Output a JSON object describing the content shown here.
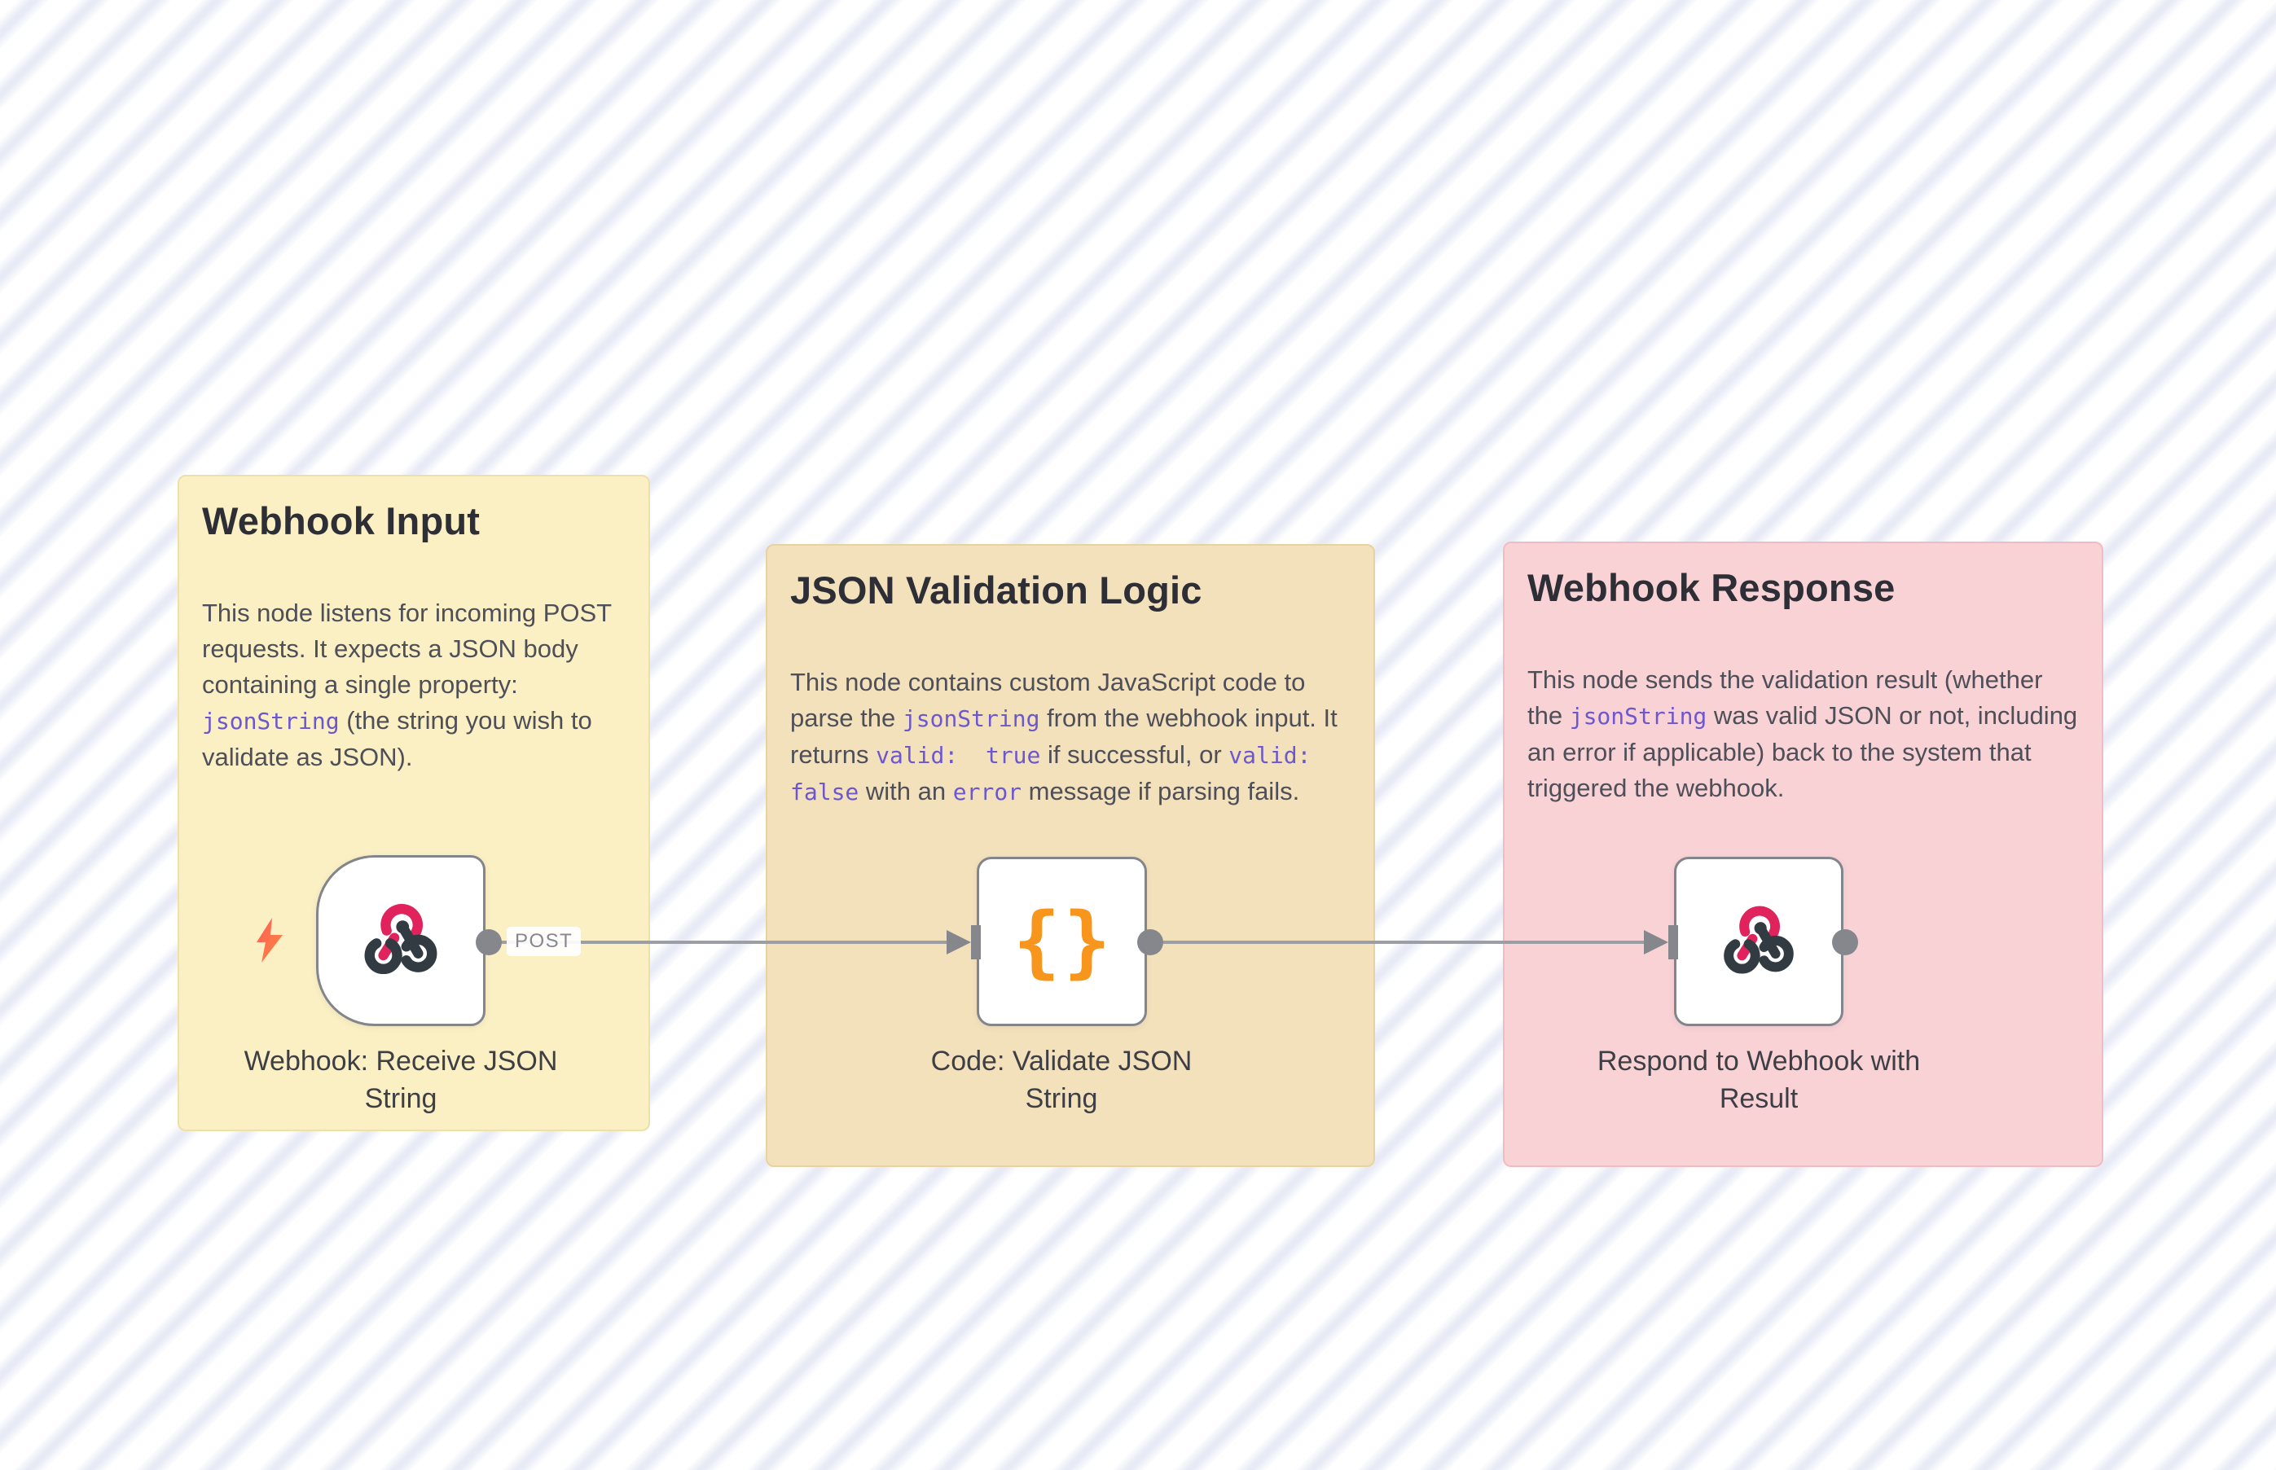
{
  "canvas": {
    "background_color": "#ffffff",
    "stripe_color": "#e7eaf5"
  },
  "stickies": [
    {
      "title": "Webhook Input",
      "fill_color": "#fbefc4",
      "border_color": "#eee0a9",
      "body": [
        {
          "v": "This node listens for incoming POST requests. It expects a JSON body containing a single property: "
        },
        {
          "v": "jsonString",
          "c": true
        },
        {
          "v": " (the string you wish to validate as JSON)."
        }
      ]
    },
    {
      "title": "JSON Validation Logic",
      "fill_color": "#f3e1bc",
      "border_color": "#e7d2a2",
      "body": [
        {
          "v": "This node contains custom JavaScript code to parse the "
        },
        {
          "v": "jsonString",
          "c": true
        },
        {
          "v": " from the webhook input. It returns "
        },
        {
          "v": "valid:  true",
          "c": true
        },
        {
          "v": " if successful, or "
        },
        {
          "v": "valid: false",
          "c": true
        },
        {
          "v": " with an "
        },
        {
          "v": "error",
          "c": true
        },
        {
          "v": " message if parsing fails."
        }
      ]
    },
    {
      "title": "Webhook Response",
      "fill_color": "#f8d2d5",
      "border_color": "#f0bcc2",
      "body": [
        {
          "v": "This node sends the validation result (whether the "
        },
        {
          "v": "jsonString",
          "c": true
        },
        {
          "v": " was valid JSON or not, including an error if applicable) back to the system that triggered the webhook."
        }
      ]
    }
  ],
  "nodes": [
    {
      "label": "Webhook: Receive JSON String",
      "icon": "webhook-icon",
      "shape": "trigger"
    },
    {
      "label": "Code: Validate JSON String",
      "icon": "code-braces-icon",
      "icon_glyph": "{}",
      "shape": "square"
    },
    {
      "label": "Respond to Webhook with Result",
      "icon": "webhook-icon",
      "shape": "square"
    }
  ],
  "connections": [
    {
      "from": "Webhook: Receive JSON String",
      "to": "Code: Validate JSON String",
      "label": "POST"
    },
    {
      "from": "Code: Validate JSON String",
      "to": "Respond to Webhook with Result",
      "label": ""
    }
  ],
  "colors": {
    "node_border": "#83858c",
    "connector": "#9b9ea4",
    "port": "#85878d",
    "code_text": "#6c57ce",
    "braces_icon": "#f8951d",
    "bolt_icon": "#ff6a4e",
    "webhook_icon_pink": "#e0235c",
    "webhook_icon_dark": "#313b41",
    "title_text": "#2e2f36",
    "body_text": "#4e4f58",
    "node_label_text": "#3e3f45",
    "post_label_text": "#85888e"
  }
}
